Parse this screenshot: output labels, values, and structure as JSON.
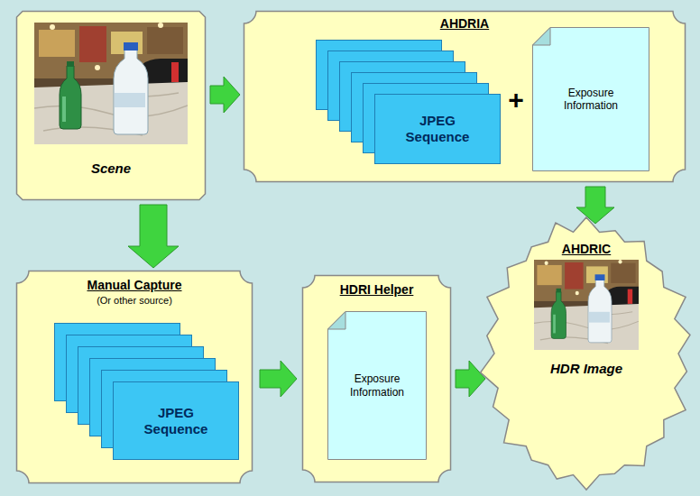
{
  "diagram": {
    "nodes": [
      {
        "text": [
          "Scene"
        ]
      },
      {
        "text": [
          "AHDRIA"
        ]
      },
      {
        "text": [
          "JPEG Sequence"
        ],
        "in": 1
      },
      {
        "text": [
          "Exposure Information"
        ],
        "in": 1
      },
      {
        "text": [
          "Manual Capture",
          "(Or other source)"
        ]
      },
      {
        "text": [
          "JPEG Sequence"
        ],
        "in": 4
      },
      {
        "text": [
          "HDRI Helper"
        ]
      },
      {
        "text": [
          "Exposure Information"
        ],
        "in": 6
      },
      {
        "text": [
          "AHDRIC",
          "HDR Image"
        ]
      }
    ],
    "edges": [
      {
        "from": 0,
        "to": 1,
        "arrow": "to"
      },
      {
        "from": 0,
        "to": 4,
        "arrow": "to"
      },
      {
        "from": 1,
        "to": 8,
        "arrow": "to"
      },
      {
        "from": 4,
        "to": 6,
        "arrow": "to"
      },
      {
        "from": 6,
        "to": 8,
        "arrow": "to"
      }
    ],
    "labels": [
      "+"
    ]
  }
}
